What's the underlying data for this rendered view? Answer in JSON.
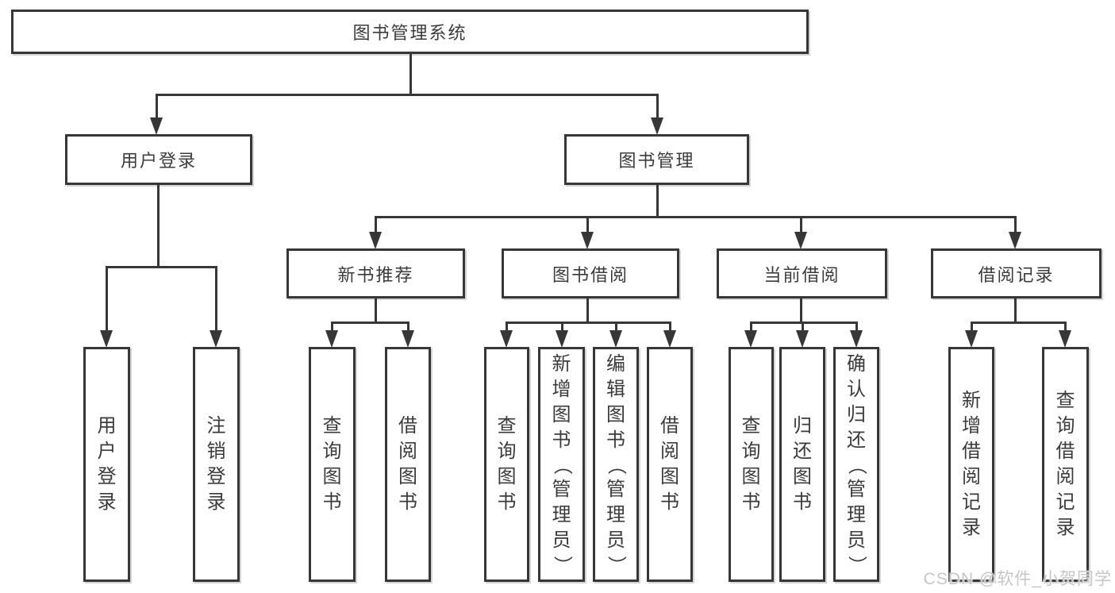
{
  "tree": {
    "label": "图书管理系统",
    "children": [
      {
        "label": "用户登录",
        "children": [
          {
            "label": "用户登录"
          },
          {
            "label": "注销登录"
          }
        ]
      },
      {
        "label": "图书管理",
        "children": [
          {
            "label": "新书推荐",
            "children": [
              {
                "label": "查询图书"
              },
              {
                "label": "借阅图书"
              }
            ]
          },
          {
            "label": "图书借阅",
            "children": [
              {
                "label": "查询图书"
              },
              {
                "label": "新增图书（管理员）"
              },
              {
                "label": "编辑图书（管理员）"
              },
              {
                "label": "借阅图书"
              }
            ]
          },
          {
            "label": "当前借阅",
            "children": [
              {
                "label": "查询图书"
              },
              {
                "label": "归还图书"
              },
              {
                "label": "确认归还（管理员）"
              }
            ]
          },
          {
            "label": "借阅记录",
            "children": [
              {
                "label": "新增借阅记录"
              },
              {
                "label": "查询借阅记录"
              }
            ]
          }
        ]
      }
    ]
  },
  "watermark": "CSDN @软件_小贺同学",
  "colors": {
    "line": "#373737",
    "text": "#3b3b3b",
    "background": "#ffffff",
    "watermark": "#c6c6c6"
  }
}
